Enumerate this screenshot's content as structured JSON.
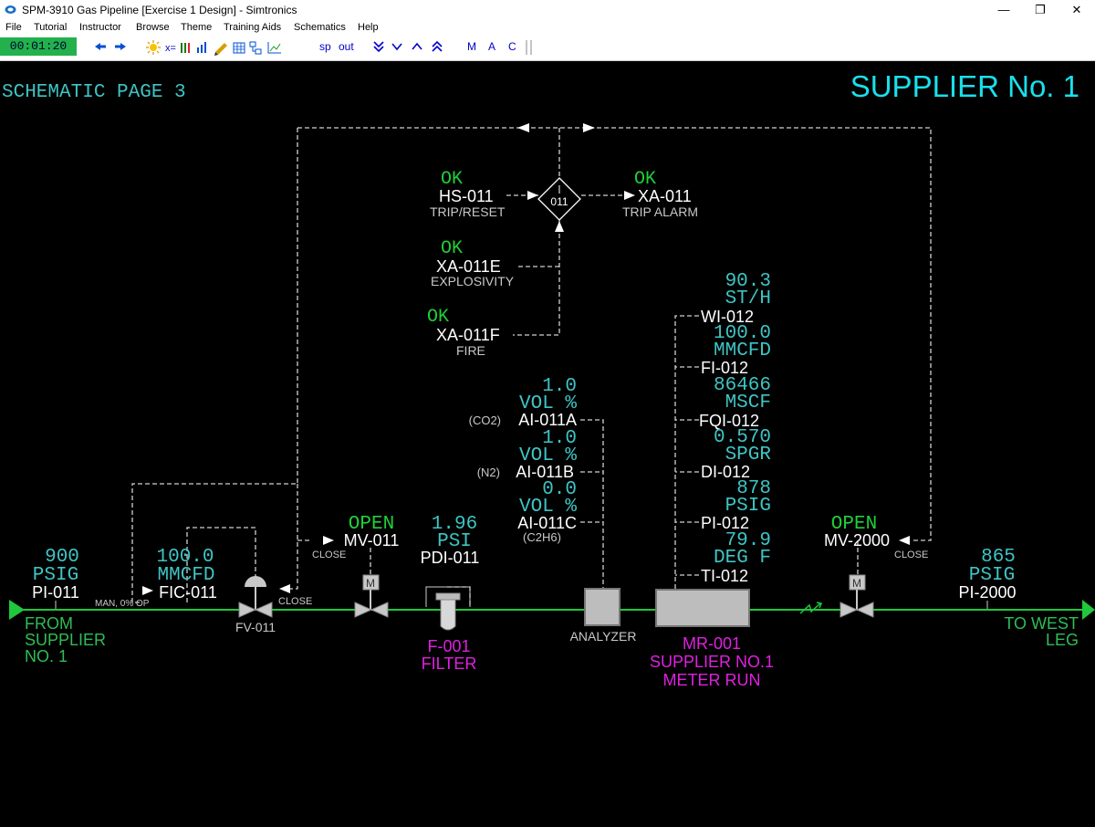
{
  "window": {
    "title": "SPM-3910 Gas Pipeline [Exercise 1 Design] - Simtronics",
    "minimize": "—",
    "restore": "❐",
    "close": "✕"
  },
  "menu": [
    "File",
    "Tutorial",
    "Instructor",
    "Browse",
    "Theme",
    "Training Aids",
    "Schematics",
    "Help"
  ],
  "toolbar": {
    "clock": "00:01:20",
    "sp": "sp",
    "out": "out",
    "m": "M",
    "a": "A",
    "c": "C"
  },
  "page": {
    "schematic_label": "SCHEMATIC PAGE 3",
    "title": "SUPPLIER No. 1"
  },
  "esd": {
    "block": "011",
    "hs": {
      "status": "OK",
      "tag": "HS-011",
      "desc": "TRIP/RESET"
    },
    "xa": {
      "status": "OK",
      "tag": "XA-011",
      "desc": "TRIP ALARM"
    },
    "xae": {
      "status": "OK",
      "tag": "XA-011E",
      "desc": "EXPLOSIVITY"
    },
    "xaf": {
      "status": "OK",
      "tag": "XA-011F",
      "desc": "FIRE"
    }
  },
  "inlet": {
    "pi_value": "900",
    "pi_unit": "PSIG",
    "pi_tag": "PI-011",
    "fic_value": "100.0",
    "fic_unit": "MMCFD",
    "fic_tag": "FIC-011",
    "fic_mode": "MAN, 0% OP",
    "fv_tag": "FV-011",
    "fv_state": "CLOSE",
    "from1": "FROM",
    "from2": "SUPPLIER",
    "from3": "NO. 1"
  },
  "mv011": {
    "status": "OPEN",
    "tag": "MV-011",
    "state": "CLOSE",
    "motor": "M"
  },
  "filter": {
    "pdi_value": "1.96",
    "pdi_unit": "PSI",
    "pdi_tag": "PDI-011",
    "name": "F-001",
    "desc": "FILTER"
  },
  "analyzer": {
    "label": "ANALYZER",
    "a": {
      "value": "1.0",
      "unit": "VOL %",
      "prefix": "(CO2)",
      "tag": "AI-011A"
    },
    "b": {
      "value": "1.0",
      "unit": "VOL %",
      "prefix": "(N2)",
      "tag": "AI-011B"
    },
    "c": {
      "value": "0.0",
      "unit": "VOL %",
      "tag": "AI-011C",
      "suffix": "(C2H6)"
    }
  },
  "meter": {
    "name": "MR-001",
    "desc1": "SUPPLIER NO.1",
    "desc2": "METER RUN",
    "wi": {
      "value": "90.3",
      "unit": "ST/H",
      "tag": "WI-012"
    },
    "fi": {
      "value": "100.0",
      "unit": "MMCFD",
      "tag": "FI-012"
    },
    "fqi": {
      "value": "86466",
      "unit": "MSCF",
      "tag": "FQI-012"
    },
    "di": {
      "value": "0.570",
      "unit": "SPGR",
      "tag": "DI-012"
    },
    "pi": {
      "value": "878",
      "unit": "PSIG",
      "tag": "PI-012"
    },
    "ti": {
      "value": "79.9",
      "unit": "DEG F",
      "tag": "TI-012"
    }
  },
  "mv2000": {
    "status": "OPEN",
    "tag": "MV-2000",
    "state": "CLOSE",
    "motor": "M"
  },
  "outlet": {
    "pi_value": "865",
    "pi_unit": "PSIG",
    "pi_tag": "PI-2000",
    "to1": "TO WEST",
    "to2": "LEG"
  }
}
